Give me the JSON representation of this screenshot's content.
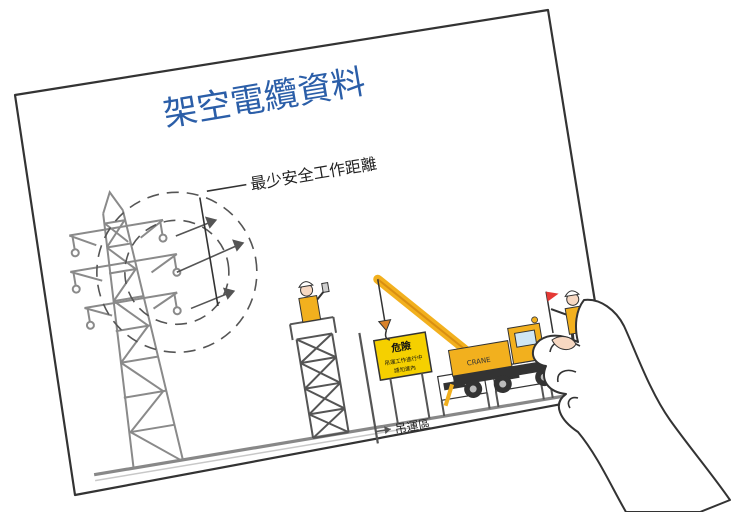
{
  "card": {
    "title": "架空電纜資料",
    "clearance_label": "最少安全工作距離",
    "lifting_zone_label": "吊運區"
  },
  "danger_sign": {
    "heading": "危險",
    "line1": "吊運工作進行中",
    "line2": "請勿進內"
  },
  "vehicle_text": "CRANE",
  "colors": {
    "title_blue": "#2b5ea8",
    "ground_gray": "#888888",
    "tower_gray": "#8a8a8a",
    "crane_yellow": "#f2b01e",
    "crane_dark": "#d98f12",
    "sign_yellow": "#f5d000",
    "skin": "#f7d8c2",
    "outline": "#333333"
  },
  "icons": [
    "electricity-pylon-icon",
    "scaffold-worker-icon",
    "crane-truck-icon",
    "signal-worker-icon",
    "hand-icon",
    "danger-sign-icon"
  ]
}
